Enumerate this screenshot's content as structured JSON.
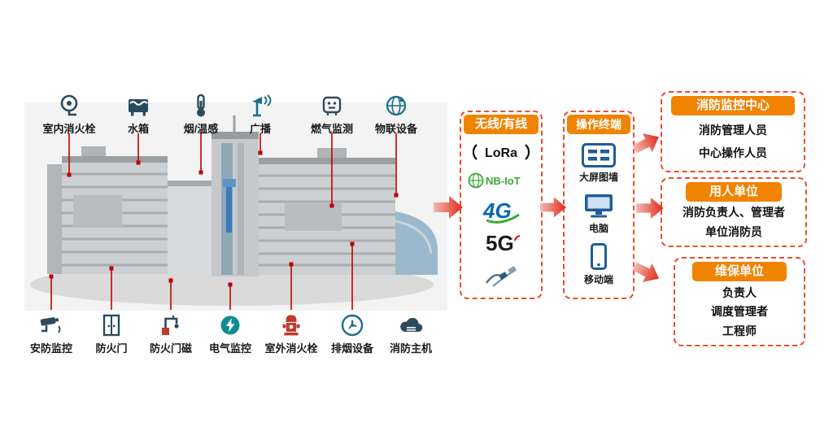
{
  "colors": {
    "accent_orange": "#F08300",
    "dashed_border_red": "#EE4B2E",
    "arrow_red": "#DD2A1B",
    "connector_red": "#C00000",
    "icon_navy": "#2B4A5E",
    "icon_teal": "#0E8C94",
    "icon_blue": "#1F5C99",
    "hydrant_red": "#C0392B",
    "nbiot_green": "#3AAA35",
    "logo_4g_blue": "#0068B7"
  },
  "devices_top": [
    {
      "label": "室内消火栓",
      "icon": "indoor-hydrant-icon"
    },
    {
      "label": "水箱",
      "icon": "water-tank-icon"
    },
    {
      "label": "烟/温感",
      "icon": "smoke-temp-sensor-icon"
    },
    {
      "label": "广播",
      "icon": "broadcast-icon"
    },
    {
      "label": "燃气监测",
      "icon": "gas-monitor-icon"
    },
    {
      "label": "物联设备",
      "icon": "iot-device-icon"
    }
  ],
  "devices_bottom": [
    {
      "label": "安防监控",
      "icon": "security-camera-icon"
    },
    {
      "label": "防火门",
      "icon": "fire-door-icon"
    },
    {
      "label": "防火门磁",
      "icon": "fire-door-magnet-icon"
    },
    {
      "label": "电气监控",
      "icon": "electric-monitor-icon"
    },
    {
      "label": "室外消火栓",
      "icon": "outdoor-hydrant-icon"
    },
    {
      "label": "排烟设备",
      "icon": "smoke-exhaust-icon"
    },
    {
      "label": "消防主机",
      "icon": "fire-host-icon"
    }
  ],
  "network": {
    "title": "无线/有线",
    "logos": [
      {
        "label": "LoRa"
      },
      {
        "label": "NB-IoT"
      },
      {
        "label": "4G"
      },
      {
        "label": "5G"
      }
    ]
  },
  "terminal": {
    "title": "操作终端",
    "items": [
      {
        "label": "大屏图墙"
      },
      {
        "label": "电脑"
      },
      {
        "label": "移动端"
      }
    ]
  },
  "groups": [
    {
      "title": "消防监控中心",
      "members": [
        {
          "name": "消防管理人员"
        },
        {
          "name": "中心操作人员"
        }
      ]
    },
    {
      "title": "用人单位",
      "members": [
        {
          "name": "消防负责人、管理者"
        },
        {
          "name": "单位消防员"
        }
      ]
    },
    {
      "title": "维保单位",
      "members": [
        {
          "name": "负责人"
        },
        {
          "name": "调度管理者"
        },
        {
          "name": "工程师"
        }
      ]
    }
  ]
}
